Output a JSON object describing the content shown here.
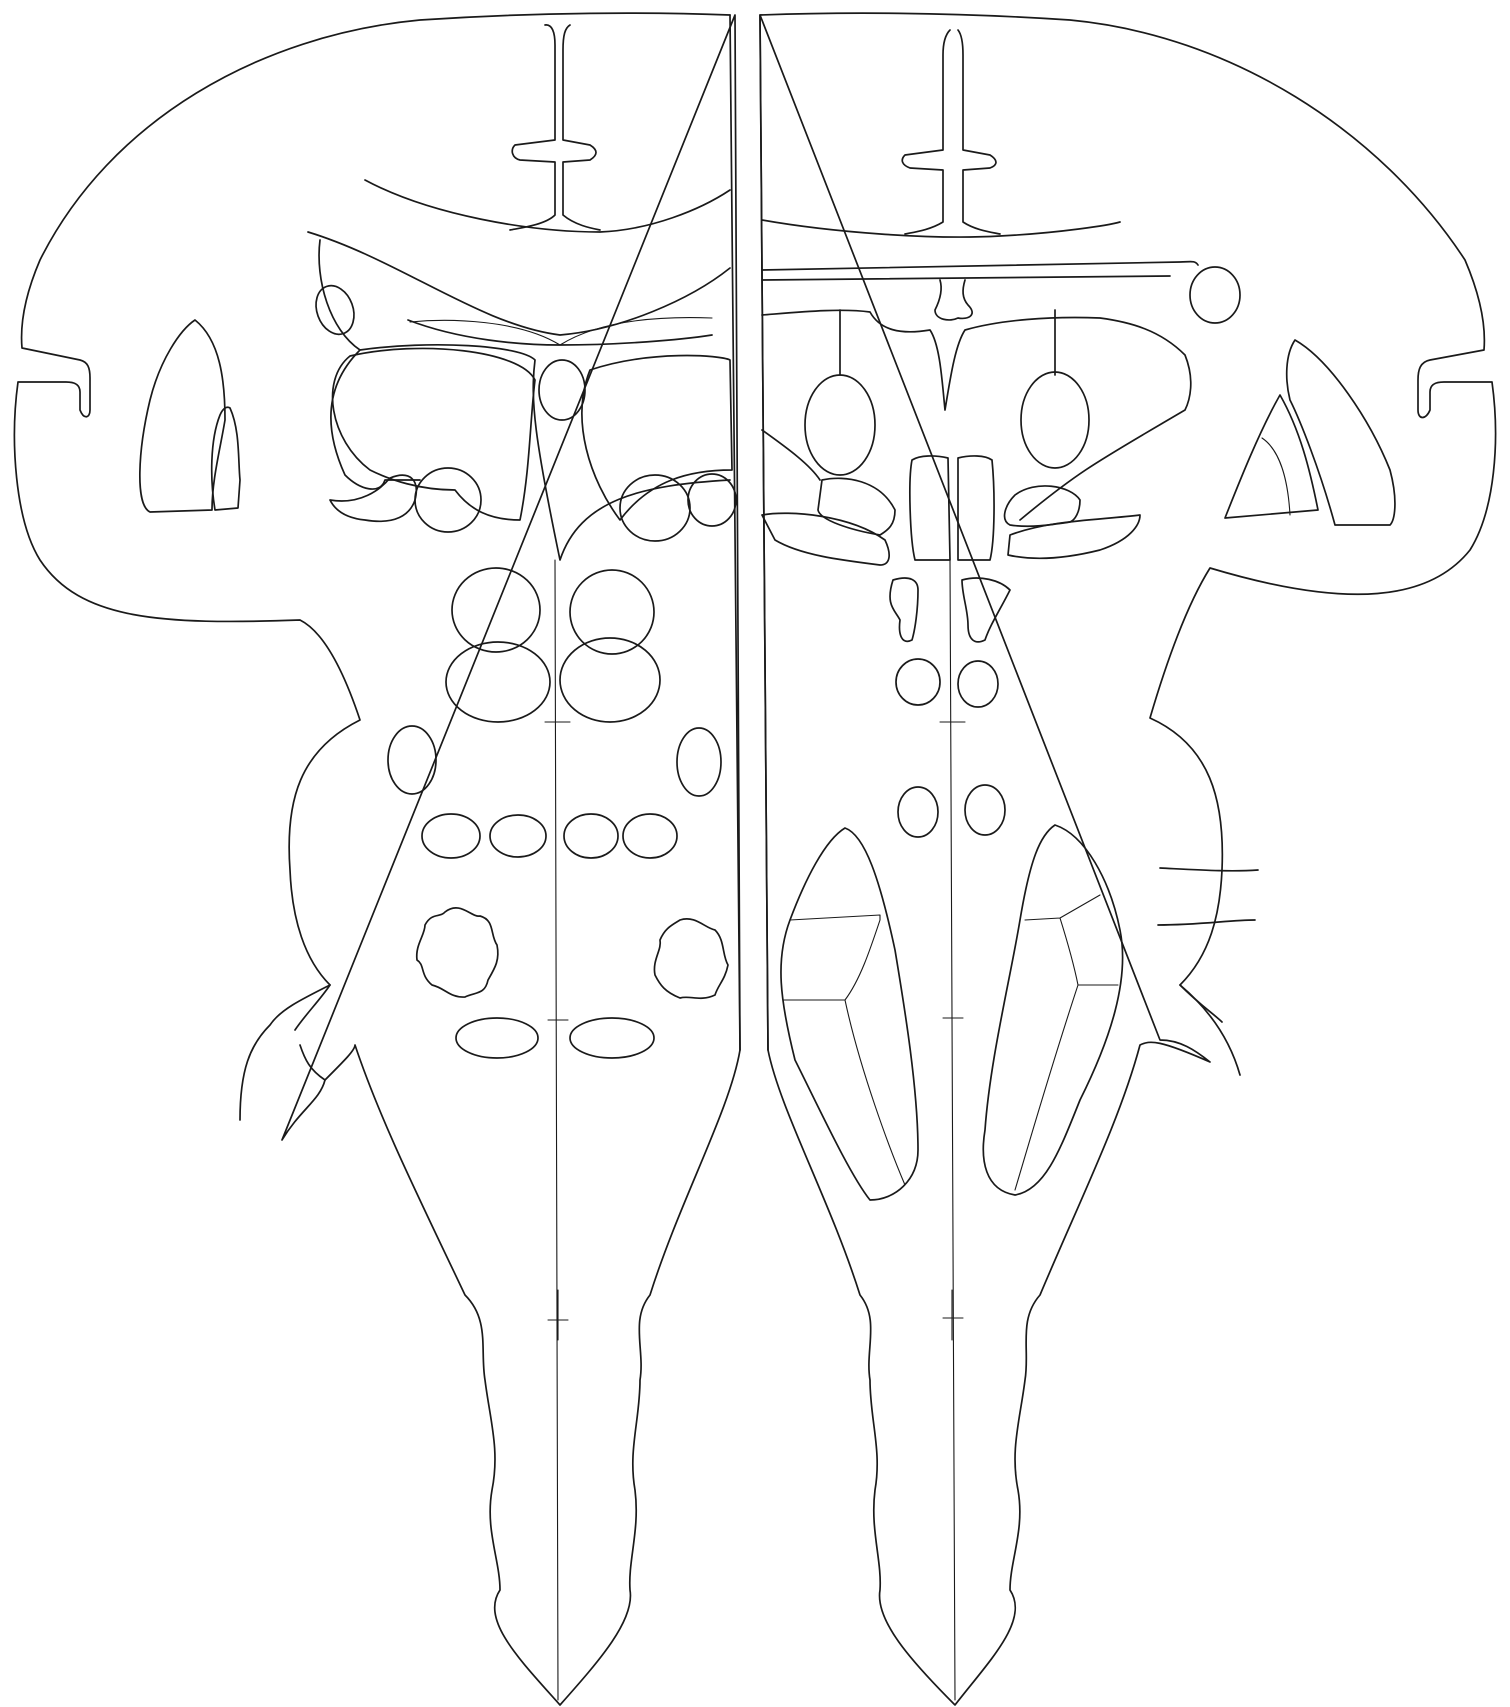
{
  "figure": {
    "kind": "line-drawing",
    "panels": [
      "left-half",
      "right-half"
    ],
    "stroke_color": "#1a1a1a",
    "background_color": "#ffffff"
  }
}
